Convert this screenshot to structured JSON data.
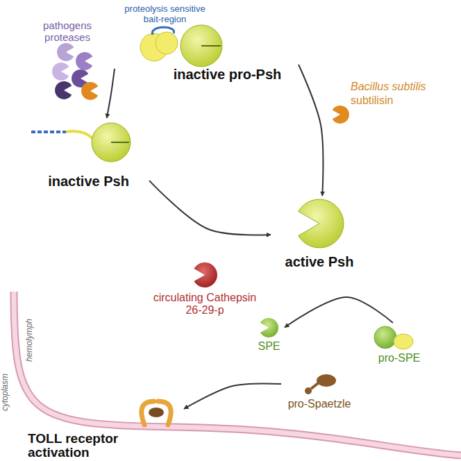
{
  "diagram": {
    "nodes": [
      {
        "text": [
          "proteolysis sensitive bait-region",
          "inactive pro-Psh"
        ]
      },
      {
        "text": [
          "inactive Psh"
        ]
      },
      {
        "text": [
          "active Psh"
        ]
      },
      {
        "text": [
          "SPE"
        ]
      },
      {
        "text": [
          "pro-SPE"
        ]
      },
      {
        "text": [
          "pro-Spaetzle"
        ]
      },
      {
        "text": [
          "TOLL receptor activation"
        ]
      }
    ],
    "edges": [
      {
        "from": 0,
        "to": 1,
        "arrow": "to"
      },
      {
        "from": 0,
        "to": 2,
        "arrow": "to"
      },
      {
        "from": 1,
        "to": 2,
        "arrow": "to"
      },
      {
        "from": 4,
        "to": 3,
        "arrow": "to"
      },
      {
        "from": 5,
        "to": 6,
        "arrow": "to"
      }
    ],
    "labels": [
      "pathogens proteases",
      "Bacillus subtilis",
      "subtilisin",
      "circulating Cathepsin 26-29-p",
      "cytoplasm",
      "hemolymph"
    ]
  }
}
